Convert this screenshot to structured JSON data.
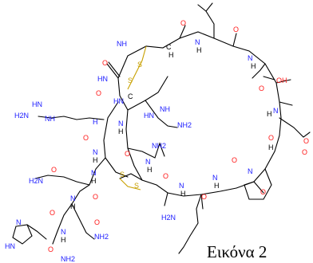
{
  "figure": {
    "caption": "Εικόνα 2",
    "atom_labels": {
      "nitrogen": "N",
      "nh": "NH",
      "h": "H",
      "hn": "HN",
      "nh2": "NH2",
      "h2n": "H2N",
      "oxygen": "O",
      "oh": "OH",
      "sulfur": "S",
      "carbon": "C"
    },
    "colors": {
      "nitrogen": "#1a1aff",
      "oxygen": "#ff1a1a",
      "sulfur": "#c8a000",
      "bond": "#000000"
    }
  }
}
